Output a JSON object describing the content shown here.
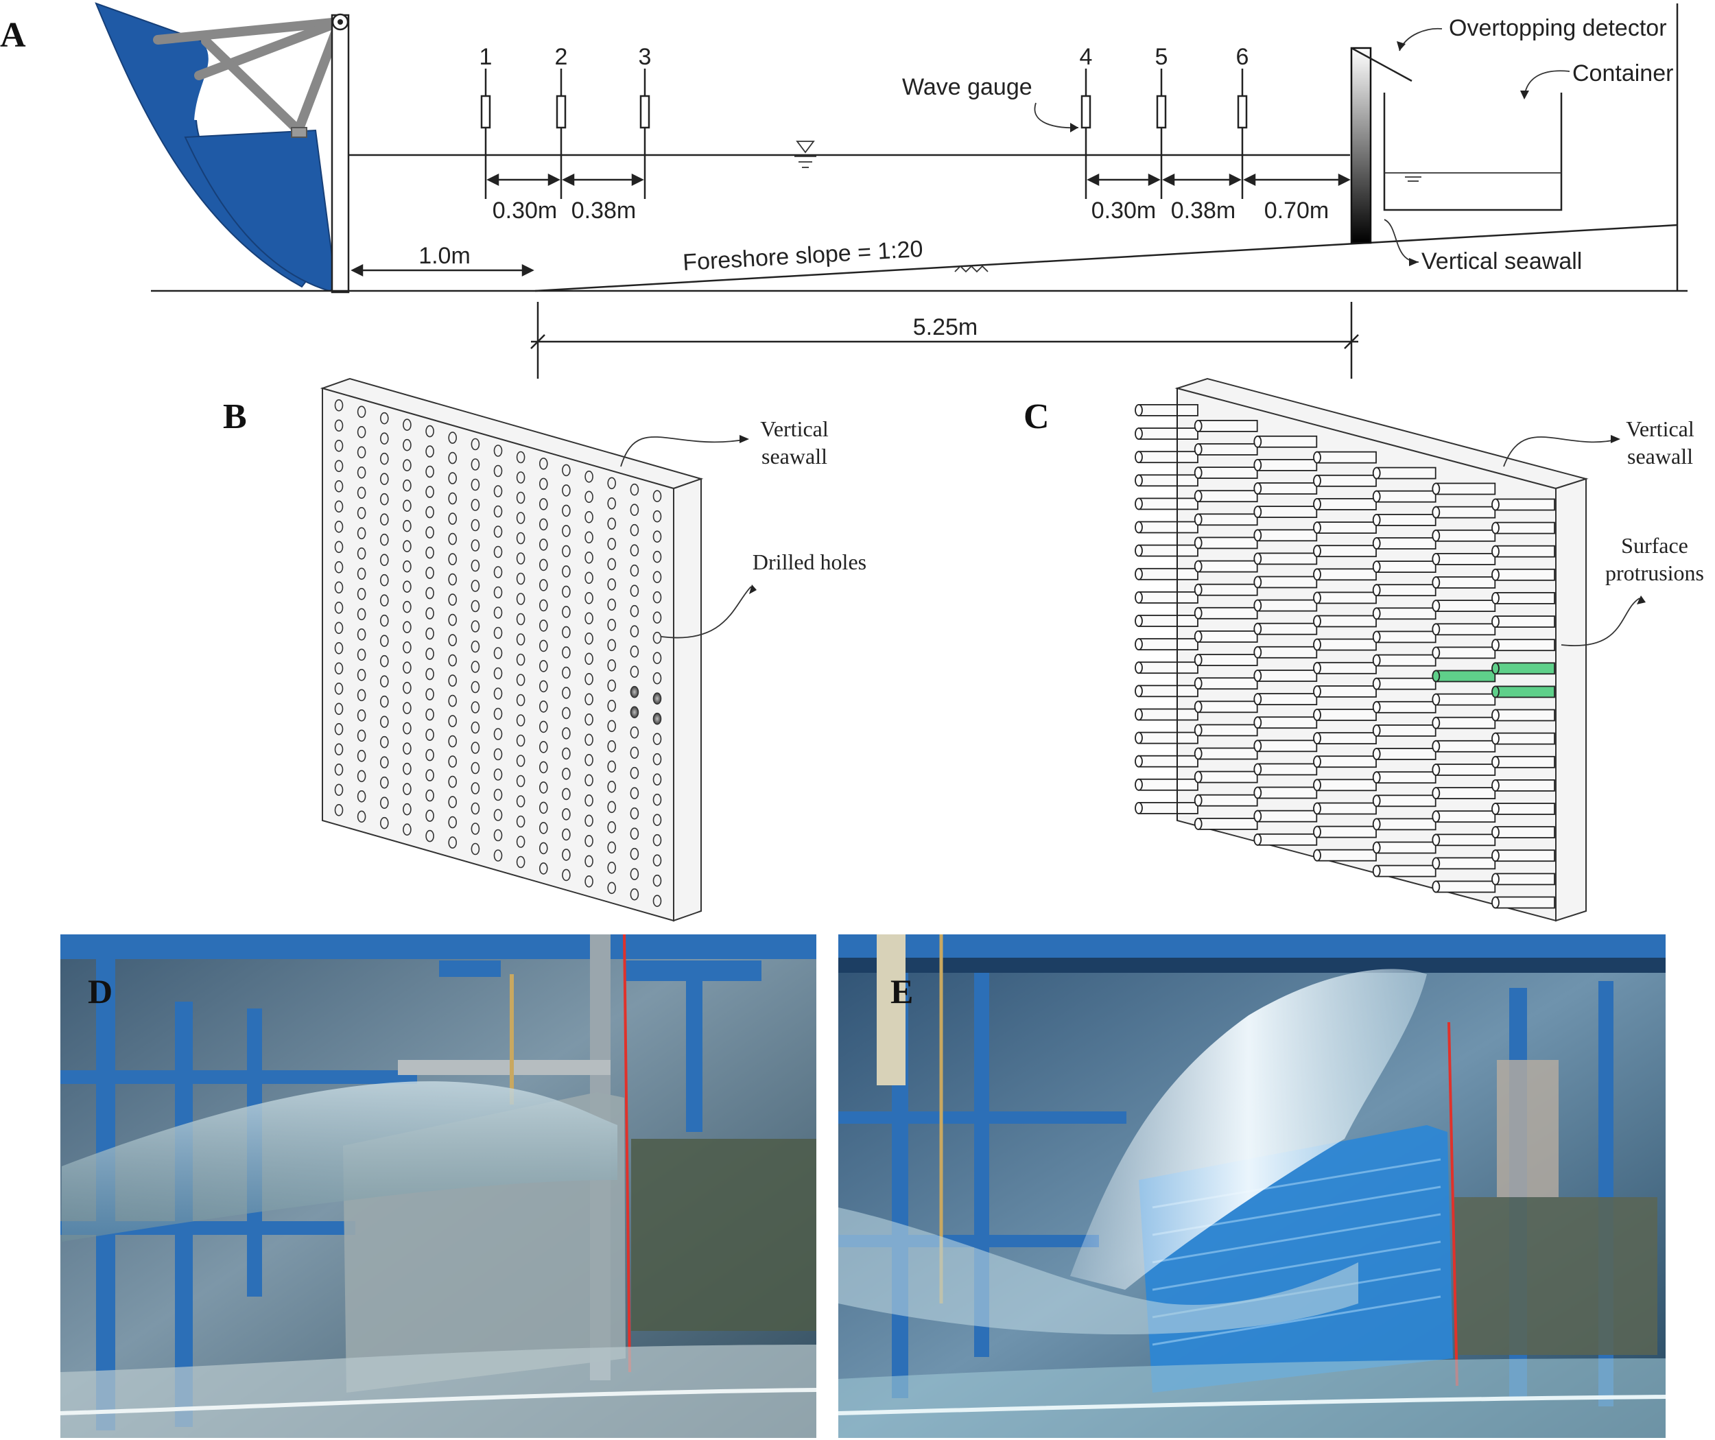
{
  "panels": {
    "a": "A",
    "b": "B",
    "c": "C",
    "d": "D",
    "e": "E"
  },
  "panel_a": {
    "gauge_numbers": [
      "1",
      "2",
      "3",
      "4",
      "5",
      "6"
    ],
    "wave_gauge_label": "Wave gauge",
    "overtopping_label": "Overtopping detector",
    "container_label": "Container",
    "vertical_seawall_label": "Vertical seawall",
    "slope_label": "Foreshore slope = 1:20",
    "dims": {
      "g1_g2": "0.30m",
      "g2_g3": "0.38m",
      "g4_g5": "0.30m",
      "g5_g6": "0.38m",
      "g6_wall": "0.70m",
      "paddle_to_toe": "1.0m",
      "toe_to_wall": "5.25m"
    }
  },
  "panel_b": {
    "wall_line1": "Vertical",
    "wall_line2": "seawall",
    "holes_label": "Drilled holes"
  },
  "panel_c": {
    "wall_line1": "Vertical",
    "wall_line2": "seawall",
    "prot_line1": "Surface",
    "prot_line2": "protrusions"
  },
  "colors": {
    "paddle": "#1F5AA6",
    "protrusion_highlight": "#5FD08A",
    "photo_frame_blue": "#2C6FB7",
    "seawall_edge_red": "#E0322B"
  }
}
